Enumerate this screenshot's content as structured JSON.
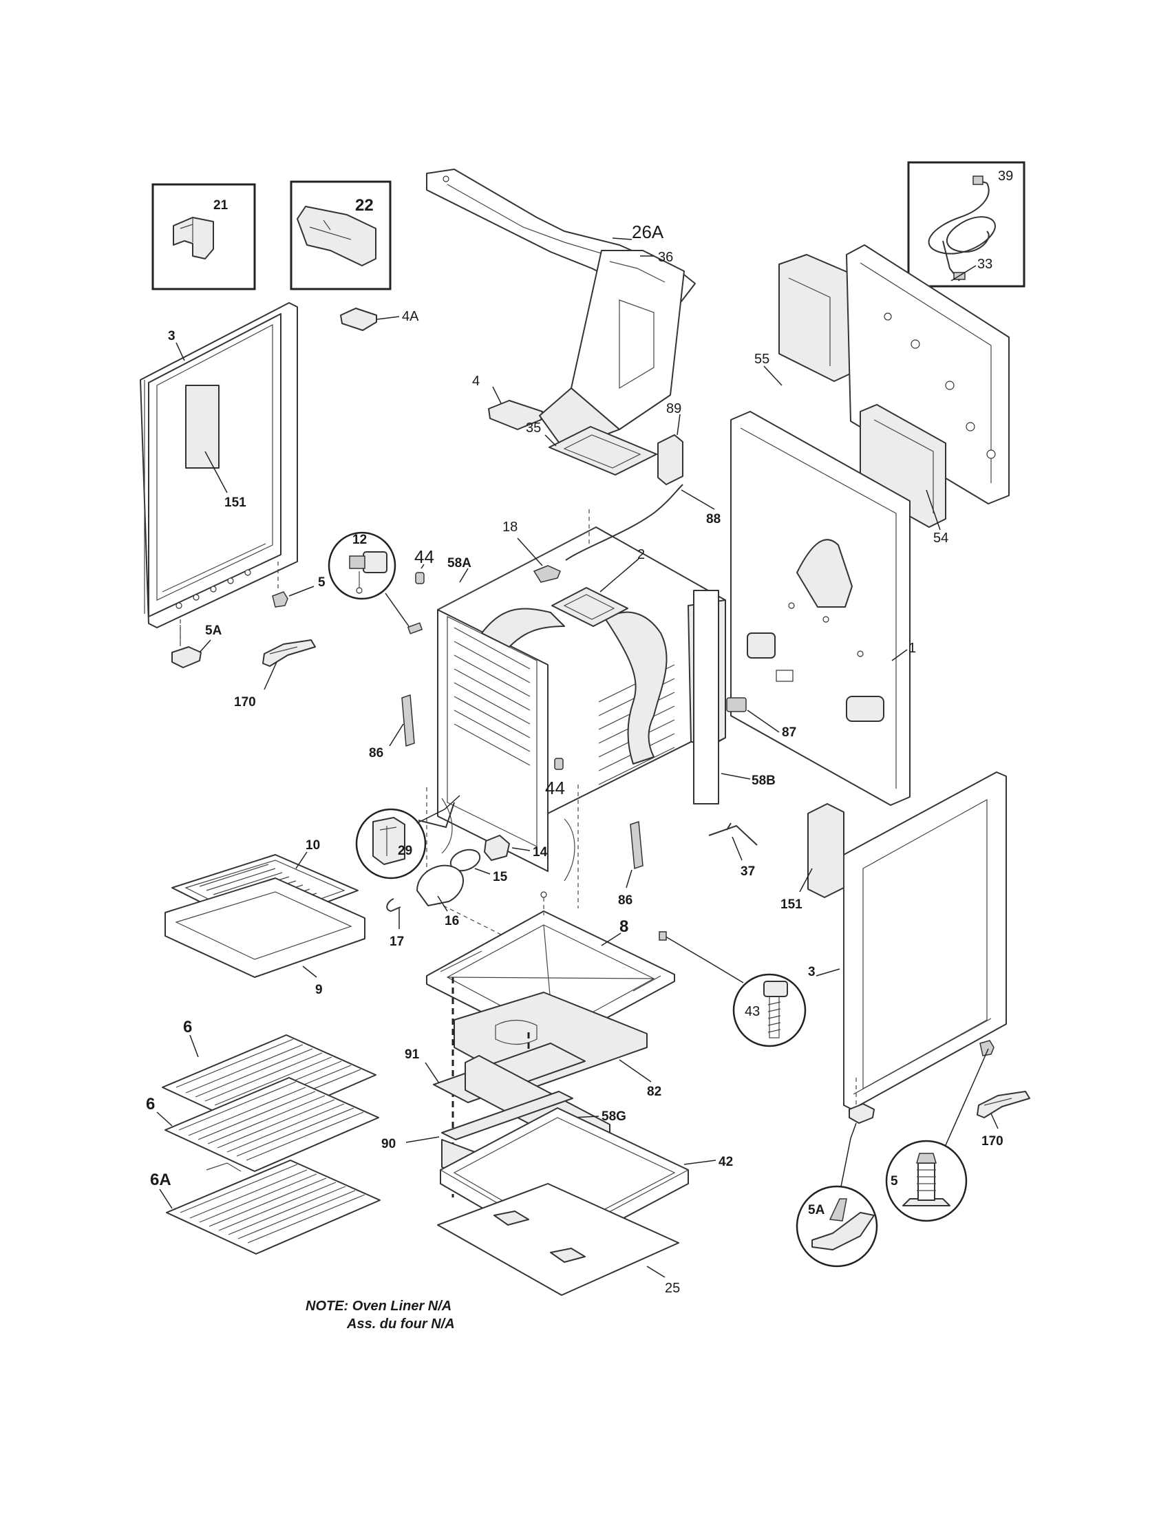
{
  "labels": {
    "p21": "21",
    "p22": "22",
    "p26A": "26A",
    "p39": "39",
    "p4A": "4A",
    "p3_left": "3",
    "p151_left": "151",
    "p5_left": "5",
    "p5A_left": "5A",
    "p170_left": "170",
    "p12": "12",
    "p44_top": "44",
    "p58A": "58A",
    "p18": "18",
    "p2": "2",
    "p4": "4",
    "p35": "35",
    "p36": "36",
    "p89": "89",
    "p88": "88",
    "p55": "55",
    "p33": "33",
    "p54": "54",
    "p1": "1",
    "p87": "87",
    "p58B": "58B",
    "p86_left": "86",
    "p44_bottom": "44",
    "p29": "29",
    "p14": "14",
    "p15": "15",
    "p16": "16",
    "p17": "17",
    "p86_right": "86",
    "p10": "10",
    "p9": "9",
    "p37": "37",
    "p151_right": "151",
    "p3_right": "3",
    "p8": "8",
    "p43": "43",
    "p6_top": "6",
    "p6_mid": "6",
    "p6A": "6A",
    "p91": "91",
    "p82": "82",
    "p90": "90",
    "p58G": "58G",
    "p42": "42",
    "p25": "25",
    "p5_right": "5",
    "p5A_right": "5A",
    "p170_right": "170"
  },
  "note": {
    "line1": "NOTE: Oven Liner N/A",
    "line2": "Ass. du four N/A"
  }
}
